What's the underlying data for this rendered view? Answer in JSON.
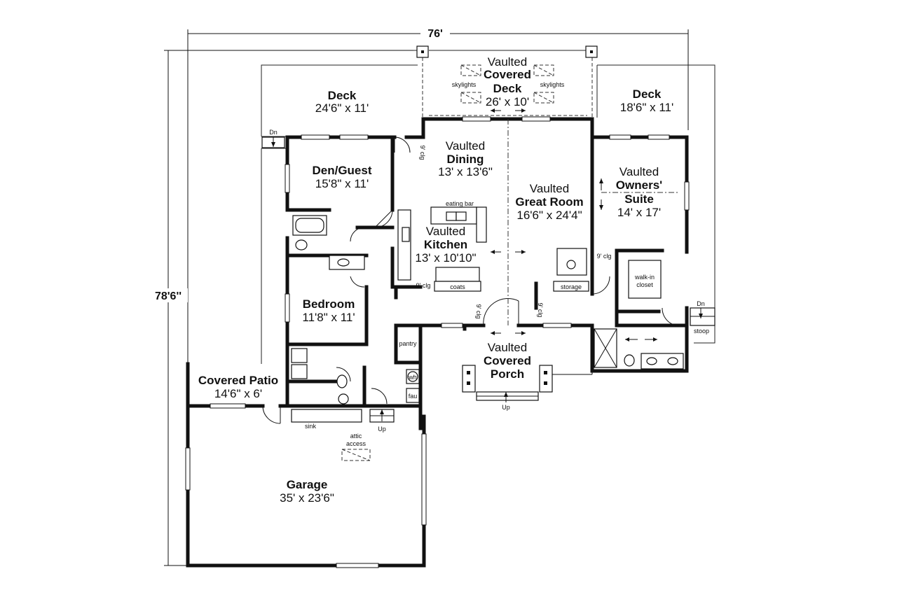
{
  "dimensions": {
    "width": "76'",
    "depth": "78'6''"
  },
  "rooms": {
    "covered_deck": {
      "l1": "Vaulted",
      "l2": "Covered",
      "l3": "Deck",
      "size": "26' x 10'"
    },
    "deck_left": {
      "name": "Deck",
      "size": "24'6\" x 11'"
    },
    "deck_right": {
      "name": "Deck",
      "size": "18'6\" x 11'"
    },
    "den": {
      "name": "Den/Guest",
      "size": "15'8\" x 11'"
    },
    "dining": {
      "l1": "Vaulted",
      "l2": "Dining",
      "size": "13' x 13'6\""
    },
    "great_room": {
      "l1": "Vaulted",
      "l2": "Great Room",
      "size": "16'6\" x 24'4\""
    },
    "owners_suite": {
      "l1": "Vaulted",
      "l2": "Owners'",
      "l3": "Suite",
      "size": "14' x 17'"
    },
    "kitchen": {
      "l1": "Vaulted",
      "l2": "Kitchen",
      "size": "13' x 10'10\""
    },
    "bedroom": {
      "name": "Bedroom",
      "size": "11'8\" x 11'"
    },
    "covered_porch": {
      "l1": "Vaulted",
      "l2": "Covered",
      "l3": "Porch"
    },
    "covered_patio": {
      "name": "Covered Patio",
      "size": "14'6\" x 6'"
    },
    "garage": {
      "name": "Garage",
      "size": "35' x 23'6\""
    }
  },
  "notes": {
    "skylights": "skylights",
    "dn": "Dn",
    "up": "Up",
    "eating_bar": "eating bar",
    "coats": "coats",
    "storage": "storage",
    "walk_in": "walk-in",
    "closet": "closet",
    "nine_clg": "9' clg",
    "stoop": "stoop",
    "pantry": "pantry",
    "wh": "wh",
    "fau": "fau",
    "sink": "sink",
    "attic": "attic",
    "access": "access"
  }
}
